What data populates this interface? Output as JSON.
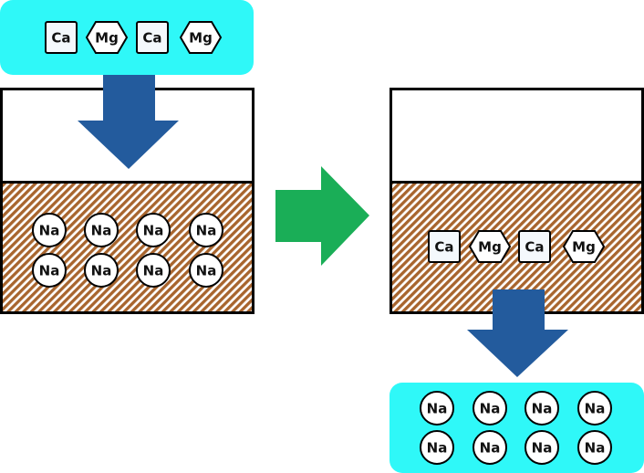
{
  "colors": {
    "cyan_box": "#2ff8f8",
    "blue_arrow": "#235b9d",
    "green_arrow": "#1aae57",
    "hatch_brown": "#a8652e",
    "hatch_light": "#ffffff",
    "outline": "#000000",
    "ion_fill": "#ffffff",
    "square_fill": "#f4f8fc"
  },
  "left_panel": {
    "input_ions": [
      {
        "label": "Ca",
        "shape": "square"
      },
      {
        "label": "Mg",
        "shape": "hexagon"
      },
      {
        "label": "Ca",
        "shape": "square"
      },
      {
        "label": "Mg",
        "shape": "hexagon"
      }
    ],
    "resin_ions": [
      "Na",
      "Na",
      "Na",
      "Na",
      "Na",
      "Na",
      "Na",
      "Na"
    ]
  },
  "process_arrow": "right-arrow",
  "right_panel": {
    "resin_ions": [
      {
        "label": "Ca",
        "shape": "square"
      },
      {
        "label": "Mg",
        "shape": "hexagon"
      },
      {
        "label": "Ca",
        "shape": "square"
      },
      {
        "label": "Mg",
        "shape": "hexagon"
      }
    ],
    "output_ions": [
      "Na",
      "Na",
      "Na",
      "Na",
      "Na",
      "Na",
      "Na",
      "Na"
    ]
  }
}
